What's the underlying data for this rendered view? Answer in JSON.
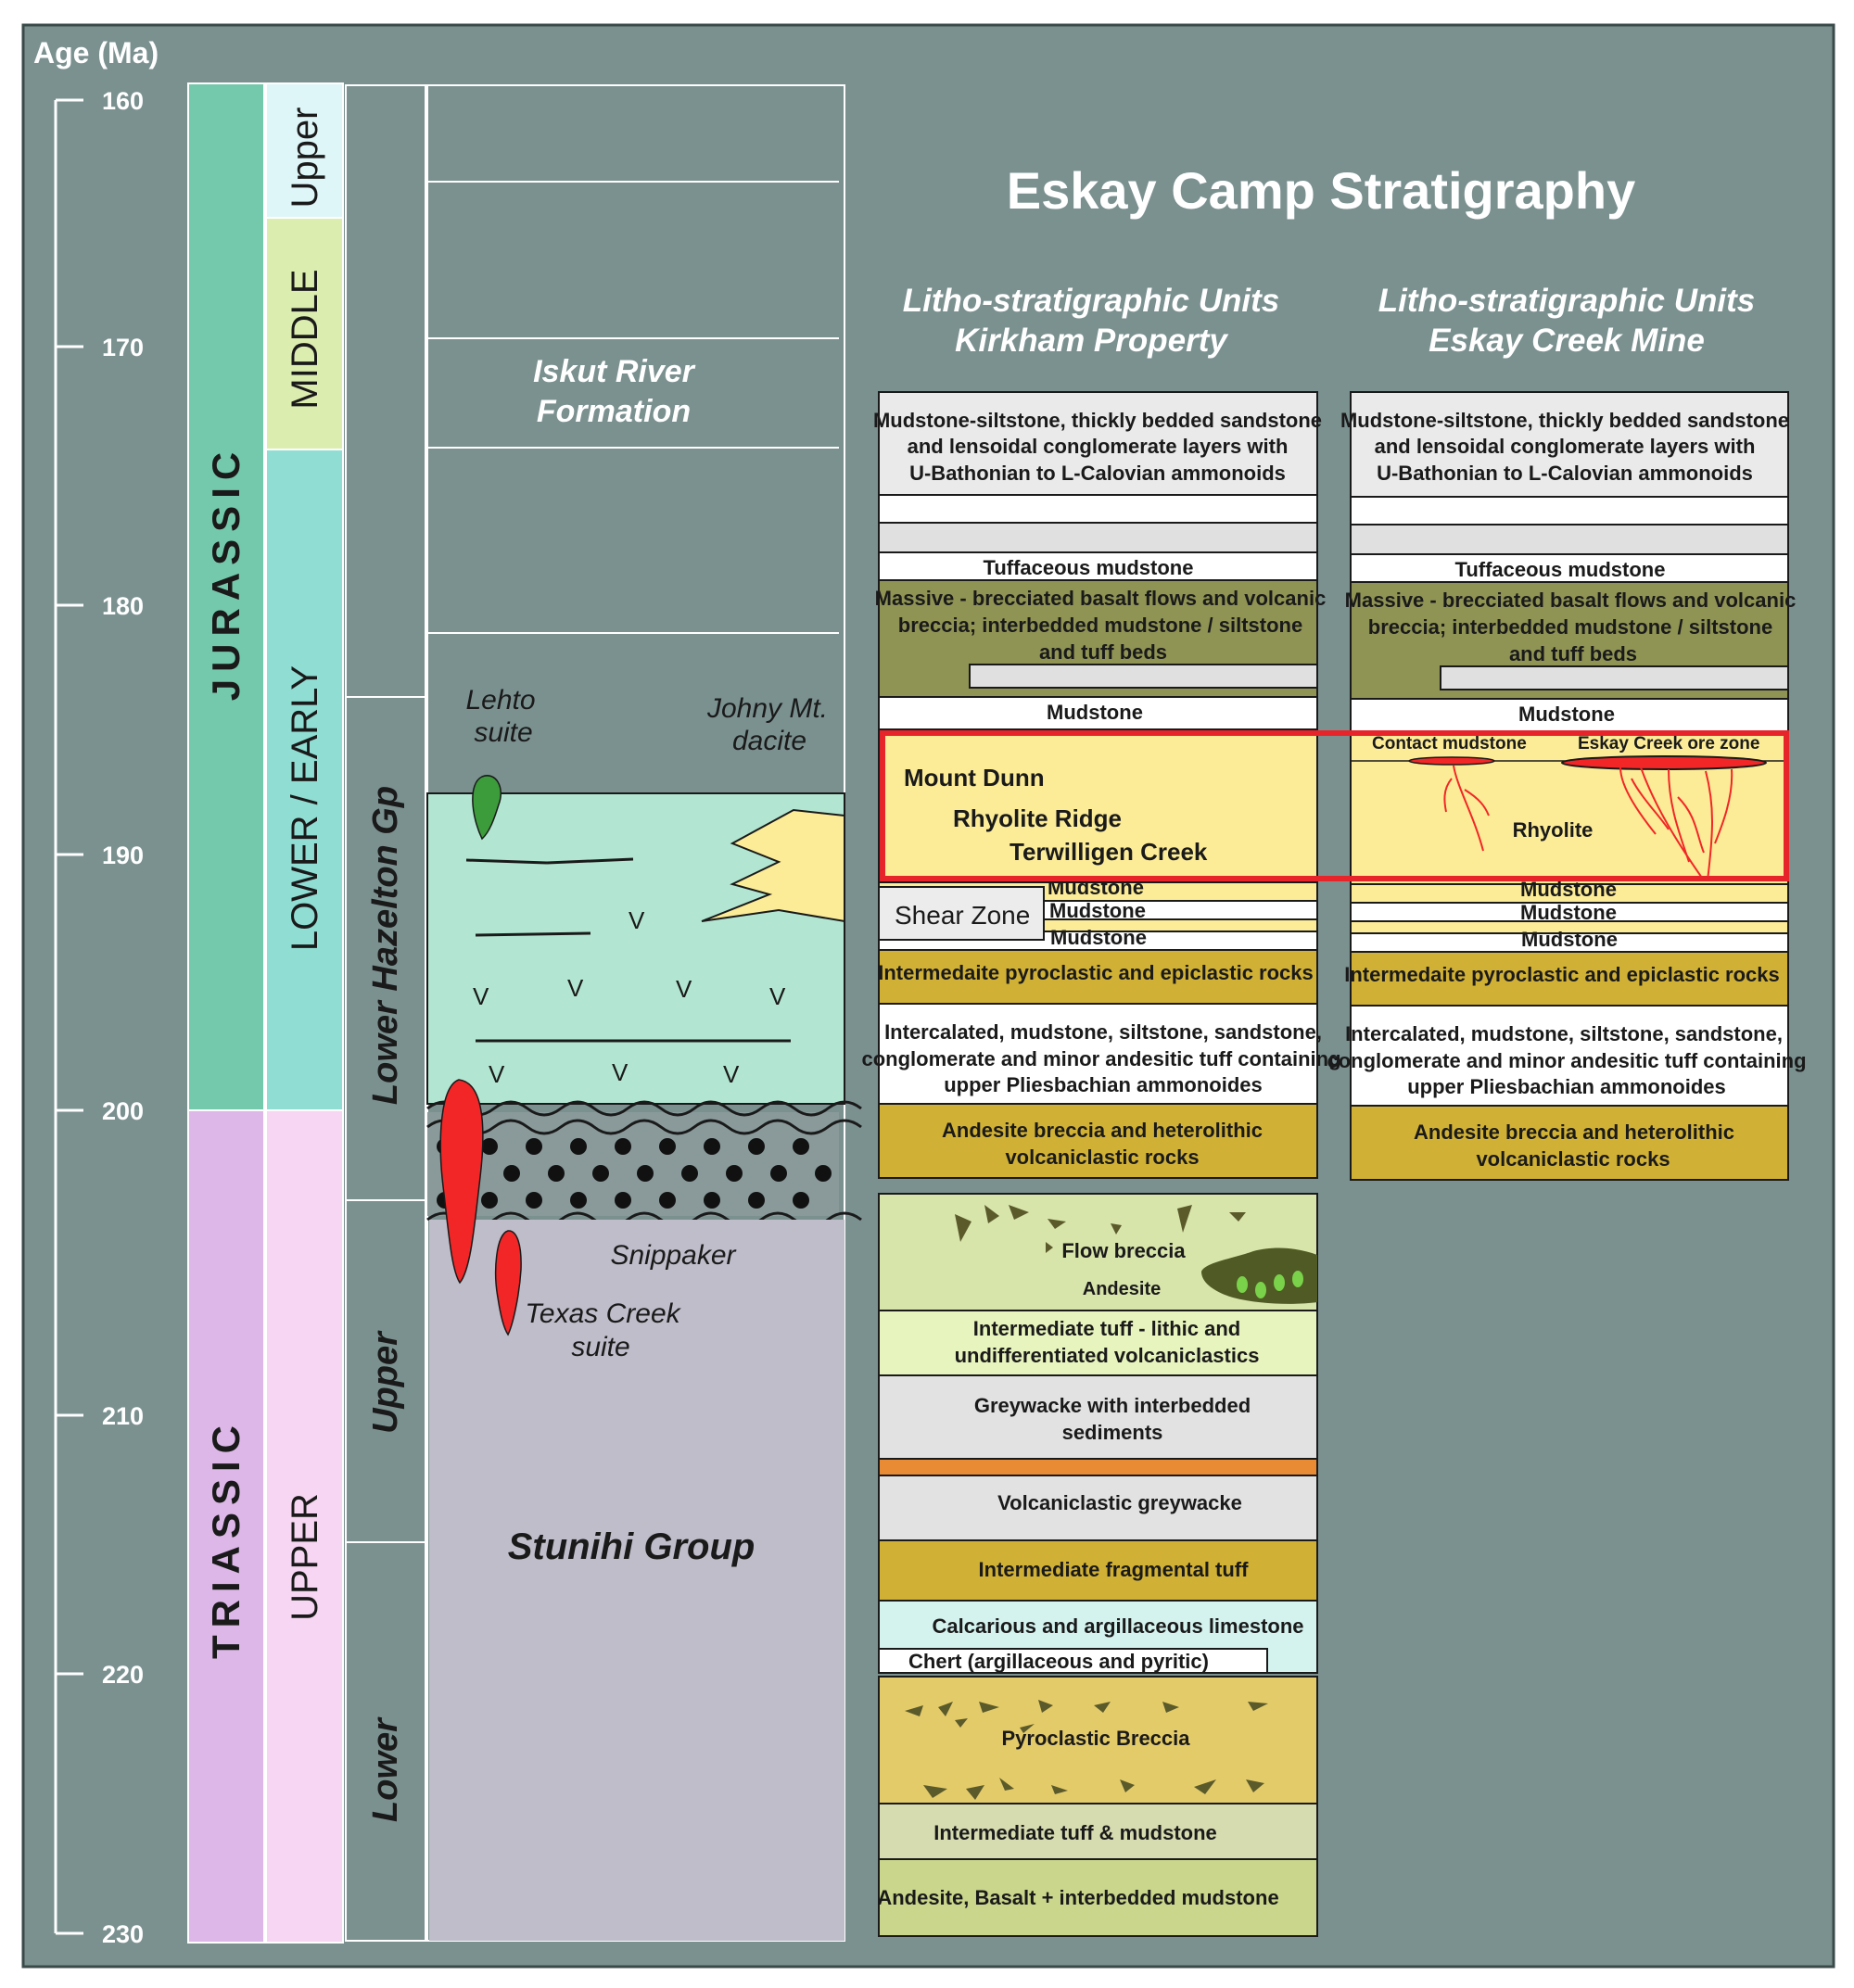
{
  "title": "Eskay Camp Stratigraphy",
  "age_axis": {
    "label": "Age (Ma)",
    "ticks": [
      "160",
      "170",
      "180",
      "190",
      "200",
      "210",
      "220",
      "230"
    ]
  },
  "periods": {
    "jurassic": "JURASSIC",
    "triassic": "TRIASSIC"
  },
  "epochs": {
    "upper_jurassic": "Upper",
    "middle_jurassic": "MIDDLE",
    "lower_jurassic": "LOWER / EARLY",
    "upper_triassic": "UPPER"
  },
  "groups": {
    "lower_hazelton": "Lower Hazelton Gp",
    "upper": "Upper",
    "lower": "Lower"
  },
  "formations": {
    "iskut_line1": "Iskut River",
    "iskut_line2": "Formation",
    "stunihi": "Stunihi Group",
    "lehto_line1": "Lehto",
    "lehto_line2": "suite",
    "johny_line1": "Johny Mt.",
    "johny_line2": "dacite",
    "snippaker": "Snippaker",
    "texas_line1": "Texas Creek",
    "texas_line2": "suite",
    "volcanic_mark": "V"
  },
  "kirkham": {
    "header_line1": "Litho-stratigraphic Units",
    "header_line2": "Kirkham Property",
    "unit_top_l1": "Mudstone-siltstone, thickly bedded sandstone",
    "unit_top_l2": "and lensoidal conglomerate layers with",
    "unit_top_l3": "U-Bathonian to L-Calovian ammonoids",
    "tuff_mud": "Tuffaceous mudstone",
    "basalt_l1": "Massive - brecciated basalt flows and volcanic",
    "basalt_l2": "breccia; interbedded mudstone / siltstone",
    "basalt_l3": "and tuff beds",
    "mudstone": "Mudstone",
    "mount_dunn": "Mount Dunn",
    "rhyolite_ridge": "Rhyolite Ridge",
    "terwilligen": "Terwilligen Creek",
    "shear_zone": "Shear Zone",
    "mud_a": "Mudstone",
    "mud_b": "Mudstone",
    "mud_c": "Mudstone",
    "pyro_epi": "Intermedaite pyroclastic and epiclastic rocks",
    "intercal_l1": "Intercalated, mudstone, siltstone, sandstone,",
    "intercal_l2": "conglomerate and minor andesitic tuff containing",
    "intercal_l3": "upper Pliesbachian ammonoides",
    "andesite_l1": "Andesite breccia and heterolithic",
    "andesite_l2": "volcaniclastic rocks",
    "flow_breccia": "Flow breccia",
    "andesite": "Andesite",
    "int_tuff_l1": "Intermediate tuff - lithic and",
    "int_tuff_l2": "undifferentiated volcaniclastics",
    "greywacke_l1": "Greywacke with interbedded",
    "greywacke_l2": "sediments",
    "volc_greywacke": "Volcaniclastic greywacke",
    "frag_tuff": "Intermediate fragmental tuff",
    "limestone": "Calcarious and argillaceous limestone",
    "chert": "Chert (argillaceous and pyritic)",
    "pyro_breccia": "Pyroclastic Breccia",
    "tuff_mud2": "Intermediate tuff & mudstone",
    "andesite_basalt": "Andesite, Basalt + interbedded mudstone"
  },
  "eskay": {
    "header_line1": "Litho-stratigraphic Units",
    "header_line2": "Eskay Creek Mine",
    "unit_top_l1": "Mudstone-siltstone, thickly bedded sandstone",
    "unit_top_l2": "and lensoidal conglomerate layers with",
    "unit_top_l3": "U-Bathonian to L-Calovian ammonoids",
    "tuff_mud": "Tuffaceous mudstone",
    "basalt_l1": "Massive - brecciated basalt flows and volcanic",
    "basalt_l2": "breccia; interbedded mudstone / siltstone",
    "basalt_l3": "and tuff beds",
    "mudstone": "Mudstone",
    "contact_mud": "Contact mudstone",
    "ore_zone": "Eskay Creek ore zone",
    "rhyolite": "Rhyolite",
    "mud_a": "Mudstone",
    "mud_b": "Mudstone",
    "mud_c": "Mudstone",
    "pyro_epi": "Intermedaite pyroclastic and epiclastic rocks",
    "intercal_l1": "Intercalated, mudstone, siltstone, sandstone,",
    "intercal_l2": "conglomerate and minor andesitic tuff containing",
    "intercal_l3": "upper Pliesbachian ammonoides",
    "andesite_l1": "Andesite breccia and heterolithic",
    "andesite_l2": "volcaniclastic rocks"
  },
  "colors": {
    "background": "#7b9190",
    "jurassic": "#74c9ad",
    "triassic": "#dcb7e7",
    "upper_jurassic": "#dff6f8",
    "middle_jurassic": "#dcedb0",
    "lower_jurassic": "#8fddd3",
    "upper_triassic": "#f6d6f2",
    "hazelton_fill": "#b2e6d2",
    "stunihi_fill": "#bebdc9",
    "olive": "#8f9454",
    "ochre": "#d1b135",
    "pale_yellow": "#fcec97",
    "highlight_red": "#e8242b",
    "intrusion_red": "#f22626",
    "intrusion_green": "#3c9b3a"
  }
}
